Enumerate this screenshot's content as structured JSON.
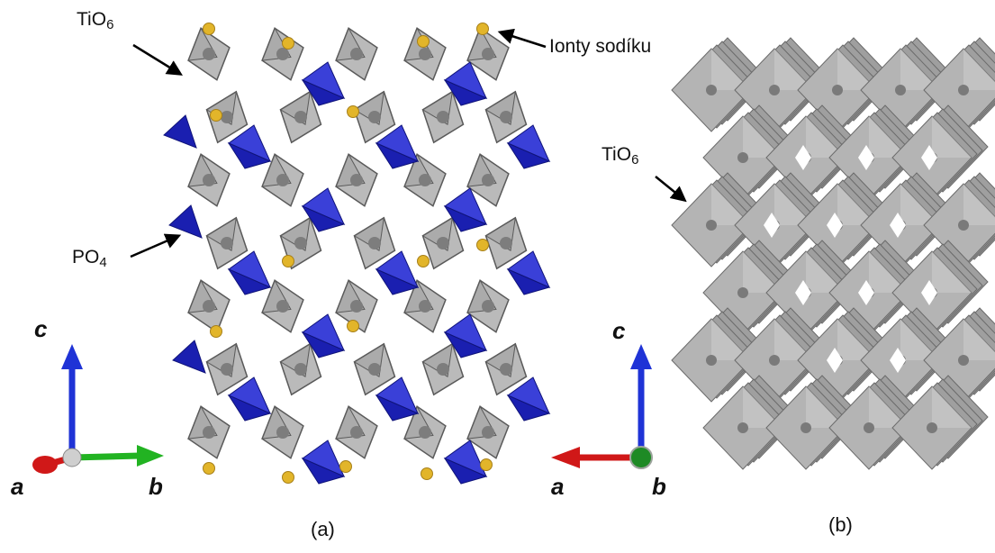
{
  "labels": {
    "tio6_a_main": "TiO",
    "tio6_a_sub": "6",
    "sodium": "Ionty sodíku",
    "po4_main": "PO",
    "po4_sub": "4",
    "tio6_b_main": "TiO",
    "tio6_b_sub": "6"
  },
  "axes_a": {
    "c": "c",
    "a": "a",
    "b": "b"
  },
  "axes_b": {
    "c": "c",
    "a": "a",
    "b": "b"
  },
  "captions": {
    "a": "(a)",
    "b": "(b)"
  },
  "colors": {
    "octahedron": "#b4b4b4",
    "octahedron_dark": "#8e8e8e",
    "octahedron_edge": "#5a5a5a",
    "tetrahedron": "#1a1fb0",
    "tetrahedron_light": "#3a40d8",
    "sodium": "#e2b52a",
    "axis_c": "#1f33d6",
    "axis_b": "#22b322",
    "axis_a": "#d01818",
    "origin_a": "#c9c9c9",
    "origin_b": "#1e8a25"
  }
}
